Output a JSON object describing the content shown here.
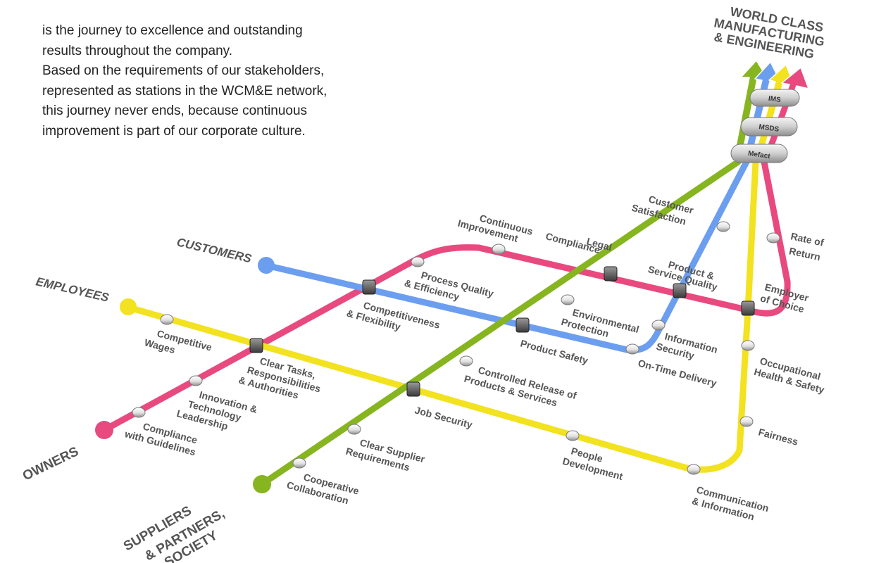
{
  "intro": {
    "lines": [
      "is the journey to excellence and outstanding",
      "results throughout the company.",
      "Based on the requirements of our stakeholders,",
      "represented as stations in the WCM&E network,",
      "this journey never ends, because continuous",
      "improvement is part of our corporate culture."
    ]
  },
  "goal": {
    "title_lines": [
      "WORLD CLASS",
      "MANUFACTURING",
      "& ENGINEERING"
    ],
    "badges": [
      "IMS",
      "MSDS",
      "Mefact"
    ]
  },
  "lines": {
    "customers": {
      "name": "CUSTOMERS",
      "color": "#6c9ef0"
    },
    "employees": {
      "name": "EMPLOYEES",
      "color": "#f2e21f"
    },
    "owners": {
      "name": "OWNERS",
      "color": "#e84a7f"
    },
    "suppliers": {
      "name_lines": [
        "SUPPLIERS",
        "& PARTNERS,",
        "SOCIETY"
      ],
      "color": "#86b520"
    }
  },
  "stations": {
    "compliance_guidelines": [
      "Compliance",
      "with Guidelines"
    ],
    "innovation": [
      "Innovation &",
      "Technology",
      "Leadership"
    ],
    "clear_tasks": [
      "Clear Tasks,",
      "Responsibilities",
      "& Authorities"
    ],
    "competitive_wages": [
      "Competitive",
      "Wages"
    ],
    "competitiveness": [
      "Competitiveness",
      "& Flexibility"
    ],
    "process_quality": [
      "Process Quality",
      "& Efficiency"
    ],
    "continuous_improvement": [
      "Continuous",
      "Improvement"
    ],
    "legal_compliance": [
      "Legal",
      "Compliance"
    ],
    "product_service_quality": [
      "Product &",
      "Service Quality"
    ],
    "employer_choice": [
      "Employer",
      "of Choice"
    ],
    "rate_of_return": [
      "Rate of",
      "Return"
    ],
    "customer_satisfaction": [
      "Customer",
      "Satisfaction"
    ],
    "environmental_protection": [
      "Environmental",
      "Protection"
    ],
    "product_safety": [
      "Product Safety"
    ],
    "information_security": [
      "Information",
      "Security"
    ],
    "on_time_delivery": [
      "On-Time Delivery"
    ],
    "controlled_release": [
      "Controlled Release of",
      "Products & Services"
    ],
    "job_security": [
      "Job Security"
    ],
    "clear_supplier": [
      "Clear Supplier",
      "Requirements"
    ],
    "cooperative": [
      "Cooperative",
      "Collaboration"
    ],
    "people_development": [
      "People",
      "Development"
    ],
    "communication": [
      "Communication",
      "& Information"
    ],
    "fairness": [
      "Fairness"
    ],
    "occupational": [
      "Occupational",
      "Health & Safety"
    ]
  }
}
